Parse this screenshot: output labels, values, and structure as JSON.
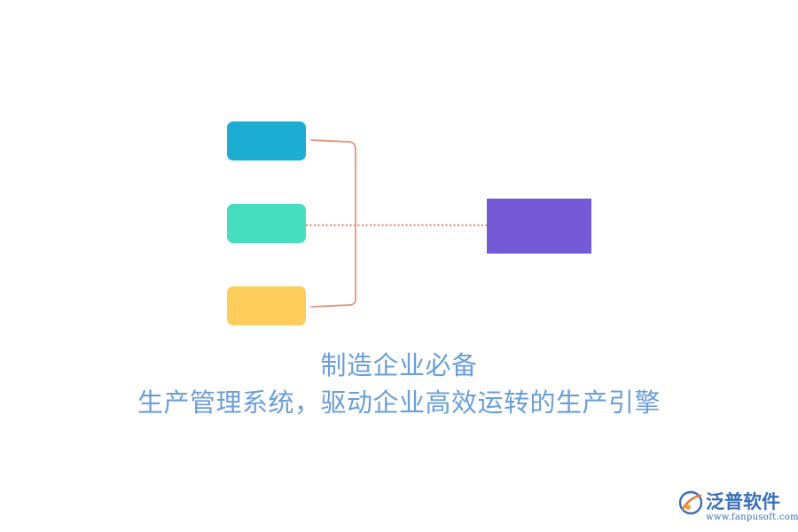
{
  "diagram": {
    "nodes": [
      {
        "id": "left-top",
        "color": "#1eadd2"
      },
      {
        "id": "left-middle",
        "color": "#45dfc0"
      },
      {
        "id": "left-bottom",
        "color": "#fdcd5c"
      },
      {
        "id": "right-target",
        "color": "#755ad8"
      }
    ],
    "connector_color": "#e3957a"
  },
  "caption": {
    "line1": "制造企业必备",
    "line2": "生产管理系统，驱动企业高效运转的生产引擎",
    "color": "#6a9fd8"
  },
  "logo": {
    "name": "泛普软件",
    "url": "www.fanpusoft.com",
    "icon": "fanpu-logo-mark",
    "color": "#3a6fb5"
  }
}
